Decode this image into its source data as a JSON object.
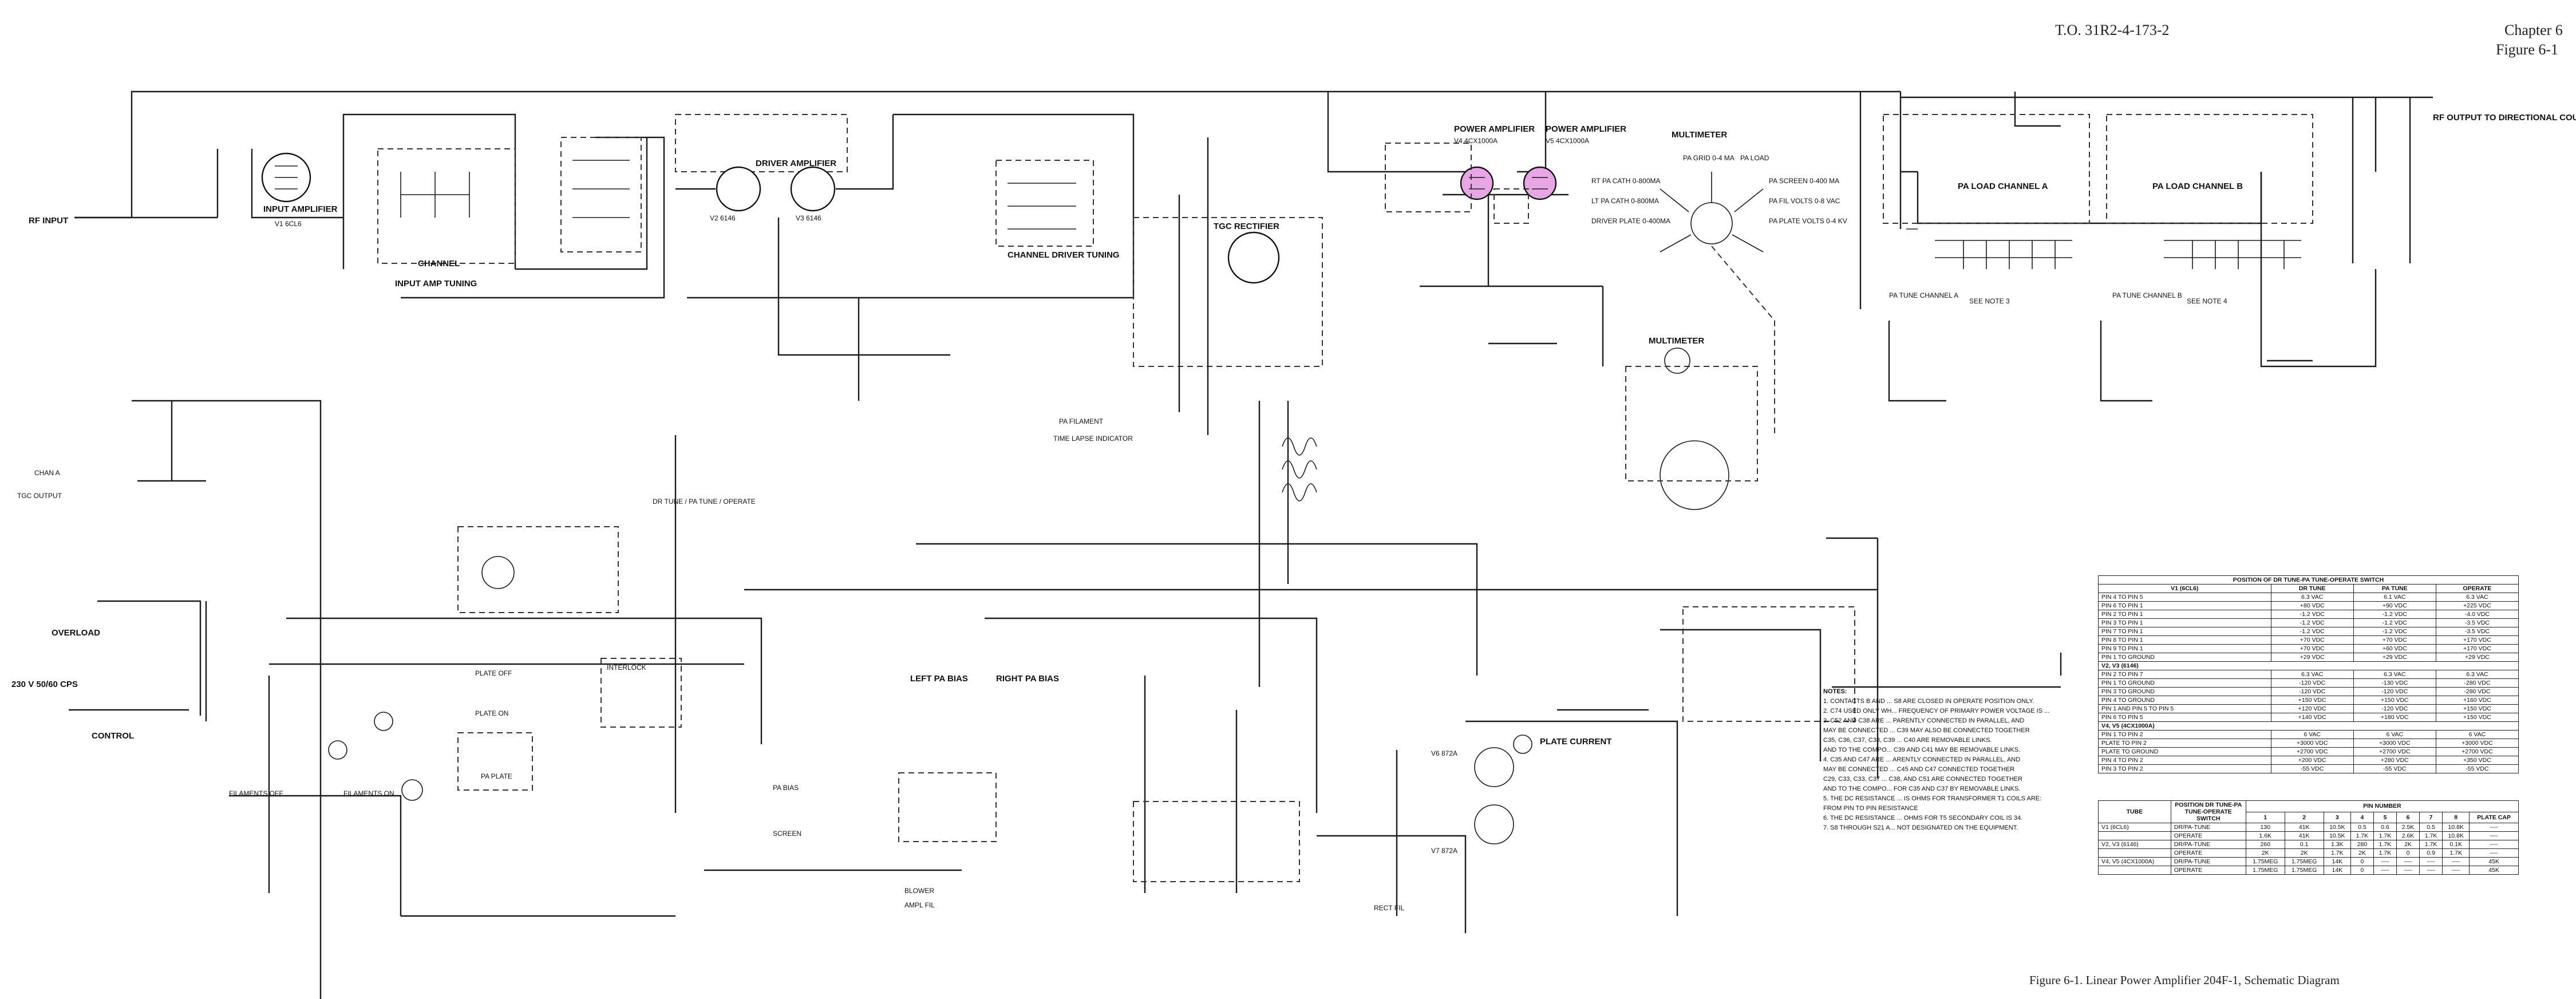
{
  "header": {
    "doc_number": "T.O. 31R2-4-173-2",
    "chapter": "Chapter 6",
    "figure_ref": "Figure 6-1"
  },
  "caption": "Figure 6-1.  Linear Power Amplifier 204F-1, Schematic Diagram",
  "blocks": {
    "rf_input": "RF INPUT",
    "input_amp": "INPUT AMPLIFIER",
    "input_tube": "V1 6CL6",
    "input_tuning": "INPUT AMP TUNING",
    "channel": "CHANNEL",
    "driver_amp": "DRIVER AMPLIFIER",
    "v2": "V2 6146",
    "v3": "V3 6146",
    "channel_driver_tuning": "CHANNEL DRIVER TUNING",
    "tgc_rectifier": "TGC RECTIFIER",
    "power_amp_1": "POWER AMPLIFIER",
    "v4": "V4 4CX1000A",
    "power_amp_2": "POWER AMPLIFIER",
    "v5": "V5 4CX1000A",
    "multimeter": "MULTIMETER",
    "multimeter_2": "MULTIMETER",
    "rf_output": "RF OUTPUT TO DIRECTIONAL COUPLER",
    "pa_load_a": "PA LOAD CHANNEL A",
    "pa_load_b": "PA LOAD CHANNEL B",
    "pa_tune_a": "PA TUNE CHANNEL A",
    "pa_tune_b": "PA TUNE CHANNEL B",
    "see_note_3": "SEE NOTE 3",
    "see_note_4": "SEE NOTE 4",
    "tgc_output": "TGC OUTPUT",
    "chan_a": "CHAN A",
    "overload": "OVERLOAD",
    "control": "CONTROL",
    "power_in": "230 V 50/60 CPS",
    "plate_off": "PLATE OFF",
    "plate_on": "PLATE ON",
    "interlock": "INTERLOCK",
    "pa_plate": "PA PLATE",
    "filaments_off": "FILAMENTS OFF",
    "filaments_on": "FILAMENTS ON",
    "left_pa_bias": "LEFT PA BIAS",
    "right_pa_bias": "RIGHT PA BIAS",
    "pa_bias": "PA BIAS",
    "screen": "SCREEN",
    "blower": "BLOWER",
    "ampl_fil": "AMPL FIL",
    "rect_fil": "RECT FIL",
    "plate_current": "PLATE CURRENT",
    "v6": "V6 872A",
    "v7": "V7 872A",
    "time_lapse": "TIME LAPSE INDICATOR",
    "pa_filament": "PA FILAMENT",
    "pa_tune_op": "DR TUNE / PA TUNE / OPERATE",
    "meter_scales": [
      "PA GRID 0-4 MA",
      "PA LOAD",
      "RT PA CATH 0-800MA",
      "PA SCREEN 0-400 MA",
      "LT PA CATH 0-800MA",
      "PA FIL VOLTS 0-8 VAC",
      "DRIVER PLATE 0-400MA",
      "PA PLATE VOLTS 0-4 KV"
    ]
  },
  "notes": {
    "title": "NOTES:",
    "lines": [
      "1. CONTACTS B AND ... S8 ARE CLOSED IN OPERATE POSITION ONLY.",
      "2. C74 USED ONLY WH... FREQUENCY OF PRIMARY POWER VOLTAGE IS ...",
      "3. C52 AND C38 ARE ... PARENTLY CONNECTED IN PARALLEL, AND",
      "   MAY BE CONNECTED ... C39 MAY ALSO BE CONNECTED TOGETHER",
      "   C35, C36, C37, C38, C39 ... C40 ARE REMOVABLE LINKS.",
      "   AND TO THE COMPO... C39 AND C41 MAY BE REMOVABLE LINKS.",
      "4. C35 AND C47 ARE ... ARENTLY CONNECTED IN PARALLEL, AND",
      "   MAY BE CONNECTED ... C45 AND C47 CONNECTED TOGETHER",
      "   C29, C33, C33, C37 ... C38, AND C51 ARE CONNECTED TOGETHER",
      "   AND TO THE COMPO... FOR C35 AND C37 BY REMOVABLE LINKS.",
      "5. THE DC RESISTANCE ... IS OHMS FOR TRANSFORMER T1 COILS ARE:",
      "   FROM PIN    TO PIN    RESISTANCE",
      "6. THE DC RESISTANCE ... OHMS FOR T5 SECONDARY COIL IS 34.",
      "7. S8 THROUGH S21 A... NOT DESIGNATED ON THE EQUIPMENT."
    ]
  },
  "voltage_table": {
    "title": "POSITION OF DR TUNE-PA TUNE-OPERATE SWITCH",
    "columns": [
      "V1 (6CL6)",
      "DR TUNE",
      "PA TUNE",
      "OPERATE"
    ],
    "sections": [
      {
        "name": "V1 (6CL6)",
        "rows": [
          [
            "PIN 4 TO PIN 5",
            "6.3 VAC",
            "6.1 VAC",
            "6.3 VAC"
          ],
          [
            "PIN 6 TO PIN 1",
            "+80 VDC",
            "+90 VDC",
            "+225 VDC"
          ],
          [
            "PIN 2 TO PIN 1",
            "-1.2 VDC",
            "-1.2 VDC",
            "-4.0 VDC"
          ],
          [
            "PIN 3 TO PIN 1",
            "-1.2 VDC",
            "-1.2 VDC",
            "-3.5 VDC"
          ],
          [
            "PIN 7 TO PIN 1",
            "-1.2 VDC",
            "-1.2 VDC",
            "-3.5 VDC"
          ],
          [
            "PIN 8 TO PIN 1",
            "+70 VDC",
            "+70 VDC",
            "+170 VDC"
          ],
          [
            "PIN 9 TO PIN 1",
            "+70 VDC",
            "+60 VDC",
            "+170 VDC"
          ],
          [
            "PIN 1 TO GROUND",
            "+29 VDC",
            "+29 VDC",
            "+29 VDC"
          ]
        ]
      },
      {
        "name": "V2, V3 (6146)",
        "rows": [
          [
            "PIN 2 TO PIN 7",
            "6.3 VAC",
            "6.3 VAC",
            "6.3 VAC"
          ],
          [
            "PIN 1 TO GROUND",
            "-120 VDC",
            "-130 VDC",
            "-280 VDC"
          ],
          [
            "PIN 3 TO GROUND",
            "-120 VDC",
            "-120 VDC",
            "-280 VDC"
          ],
          [
            "PIN 4 TO GROUND",
            "+150 VDC",
            "+150 VDC",
            "+160 VDC"
          ],
          [
            "PIN 1 AND PIN 5 TO PIN 5",
            "+120 VDC",
            "-120 VDC",
            "+150 VDC"
          ],
          [
            "PIN 6 TO PIN 5",
            "+140 VDC",
            "+180 VDC",
            "+150 VDC"
          ]
        ]
      },
      {
        "name": "V4, V5 (4CX1000A)",
        "rows": [
          [
            "PIN 1 TO PIN 2",
            "6 VAC",
            "6 VAC",
            "6 VAC"
          ],
          [
            "PLATE TO PIN 2",
            "+3000 VDC",
            "+3000 VDC",
            "+3000 VDC"
          ],
          [
            "PLATE TO GROUND",
            "+2700 VDC",
            "+2700 VDC",
            "+2700 VDC"
          ],
          [
            "PIN 4 TO PIN 2",
            "+200 VDC",
            "+280 VDC",
            "+350 VDC"
          ],
          [
            "PIN 3 TO PIN 2",
            "-55 VDC",
            "-55 VDC",
            "-55 VDC"
          ]
        ]
      }
    ]
  },
  "pin_table": {
    "col_tube": "TUBE",
    "col_position": "POSITION DR TUNE-PA TUNE-OPERATE SWITCH",
    "col_pin_group": "PIN NUMBER",
    "pins": [
      "1",
      "2",
      "3",
      "4",
      "5",
      "6",
      "7",
      "8",
      "PLATE CAP"
    ],
    "rows": [
      [
        "V1 (6CL6)",
        "DR/PA-TUNE",
        "130",
        "41K",
        "10.5K",
        "0.5",
        "0.6",
        "2.5K",
        "0.5",
        "10.8K",
        "----"
      ],
      [
        "",
        "OPERATE",
        "1.6K",
        "41K",
        "10.5K",
        "1.7K",
        "1.7K",
        "2.6K",
        "1.7K",
        "10.8K",
        "----"
      ],
      [
        "V2, V3 (6146)",
        "DR/PA-TUNE",
        "260",
        "0.1",
        "1.3K",
        "280",
        "1.7K",
        "2K",
        "1.7K",
        "0.1K",
        "----"
      ],
      [
        "",
        "OPERATE",
        "2K",
        "2K",
        "1.7K",
        "2K",
        "1.7K",
        "0",
        "0.9",
        "1.7K",
        "----"
      ],
      [
        "V4, V5 (4CX1000A)",
        "DR/PA-TUNE",
        "1.75MEG",
        "1.75MEG",
        "14K",
        "0",
        "----",
        "----",
        "----",
        "----",
        "45K"
      ],
      [
        "",
        "OPERATE",
        "1.75MEG",
        "1.75MEG",
        "14K",
        "0",
        "----",
        "----",
        "----",
        "----",
        "45K"
      ]
    ]
  }
}
